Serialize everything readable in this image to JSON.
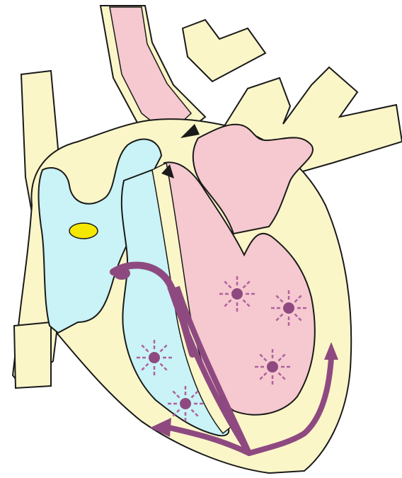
{
  "diagram": {
    "kind": "heart-conduction-system",
    "labels": [],
    "colors": {
      "wall": "#fbf6c8",
      "outline": "#1a1a1a",
      "right_chambers": "#c9f3f6",
      "left_chambers": "#f5c9cf",
      "sa_node": "#f5e800",
      "conduction_pathway": "#8e4a80",
      "excitation_star": "#b060a0"
    },
    "elements": [
      "superior-vena-cava",
      "inferior-vena-cava",
      "aorta",
      "pulmonary-artery",
      "pulmonary-veins",
      "right-atrium",
      "right-ventricle",
      "left-atrium",
      "left-ventricle",
      "sinoatrial-node",
      "atrioventricular-node",
      "bundle-of-his",
      "purkinje-fibers",
      "excitation-marks"
    ],
    "excitation_mark_count": 5
  }
}
